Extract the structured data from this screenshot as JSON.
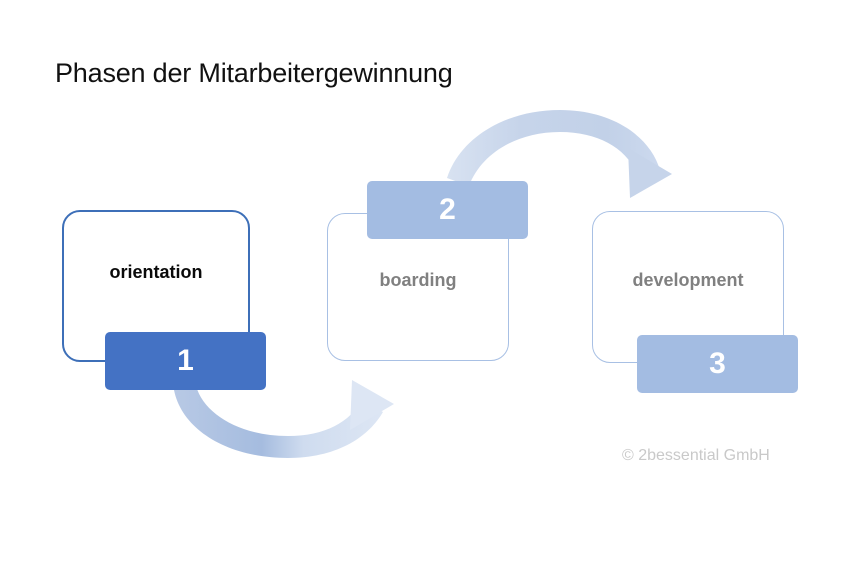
{
  "page": {
    "title": "Phasen der Mitarbeitergewinnung",
    "copyright": "© 2bessential GmbH",
    "background_color": "#ffffff"
  },
  "colors": {
    "accent_strong": "#4472c4",
    "accent_light": "#a3bce2",
    "card_border_strong": "#3d6fb8",
    "card_border_light": "#a8c0e4",
    "label_active": "#0a0a0a",
    "label_inactive": "#808080",
    "copyright_gray": "#c9c9c9",
    "arrow_light": "#c9d7ec",
    "arrow_mid": "#a9bfe0"
  },
  "phases": [
    {
      "number": "1",
      "label": "orientation",
      "state": "active",
      "badge_color": "#4472c4",
      "border_color": "#3d6fb8",
      "label_color": "#0a0a0a",
      "badge_position": "bottom"
    },
    {
      "number": "2",
      "label": "boarding",
      "state": "inactive",
      "badge_color": "#a3bce2",
      "border_color": "#a8c0e4",
      "label_color": "#808080",
      "badge_position": "top"
    },
    {
      "number": "3",
      "label": "development",
      "state": "inactive",
      "badge_color": "#a3bce2",
      "border_color": "#a8c0e4",
      "label_color": "#808080",
      "badge_position": "bottom"
    }
  ],
  "arrows": [
    {
      "name": "arrow-phase-1-to-2",
      "from": "1",
      "to": "2",
      "direction": "down-curve-right"
    },
    {
      "name": "arrow-phase-2-to-3",
      "from": "2",
      "to": "3",
      "direction": "up-arc-right"
    }
  ],
  "chart_data": {
    "type": "diagram",
    "title": "Phasen der Mitarbeitergewinnung",
    "categories": [
      "orientation",
      "boarding",
      "development"
    ],
    "values": [
      1,
      2,
      3
    ],
    "annotations": [
      "© 2bessential GmbH"
    ]
  }
}
